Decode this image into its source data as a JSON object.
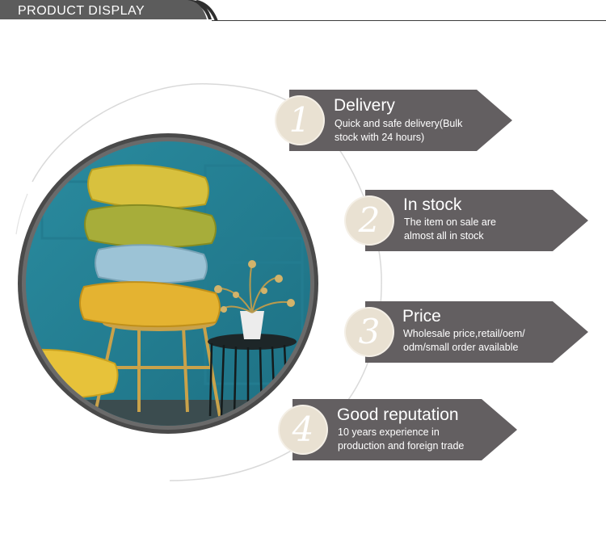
{
  "header": {
    "title": "PRODUCT DISPLAY"
  },
  "colors": {
    "arrow": "#635f61",
    "number_circle": "#e9e1d2",
    "arc": "#d9d9d9",
    "header_tab": "#5c5c5c"
  },
  "photo": {
    "description_icon": "cushions-on-chair-photo"
  },
  "features": [
    {
      "number": "1",
      "title": "Delivery",
      "desc_line1": "Quick and safe delivery(Bulk",
      "desc_line2": "stock with 24 hours)"
    },
    {
      "number": "2",
      "title": "In stock",
      "desc_line1": "The item on sale are",
      "desc_line2": "almost all in stock"
    },
    {
      "number": "3",
      "title": "Price",
      "desc_line1": "Wholesale price,retail/oem/",
      "desc_line2": "odm/small order available"
    },
    {
      "number": "4",
      "title": "Good reputation",
      "desc_line1": "10 years experience in",
      "desc_line2": "production and foreign trade"
    }
  ]
}
